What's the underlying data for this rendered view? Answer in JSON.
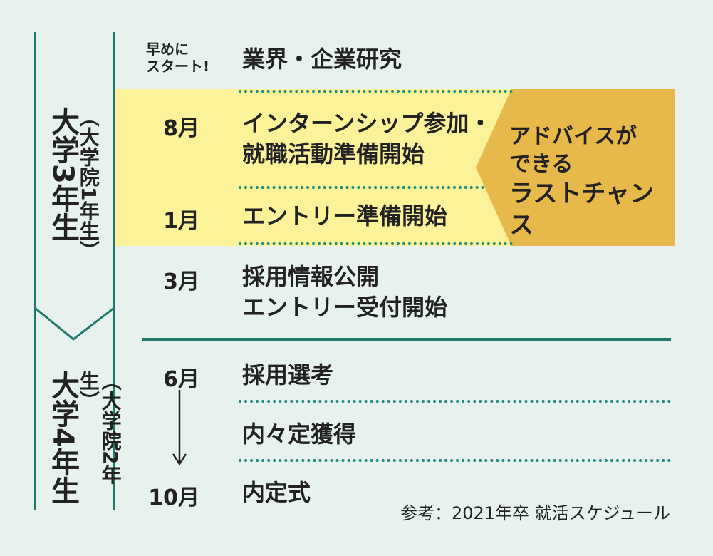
{
  "years": [
    {
      "main": "大学3年生",
      "sub": "（大学院1年生）"
    },
    {
      "main": "大学4年生",
      "sub": "（大学院2年生）"
    }
  ],
  "early_label": [
    "早めに",
    "スタート!"
  ],
  "rows": [
    {
      "month": "",
      "event": "業界・企業研究"
    },
    {
      "month": "8月",
      "event": "インターンシップ参加・\n就職活動準備開始"
    },
    {
      "month": "1月",
      "event": "エントリー準備開始"
    },
    {
      "month": "3月",
      "event": "採用情報公開\nエントリー受付開始"
    },
    {
      "month": "6月",
      "event": "採用選考"
    },
    {
      "month": "",
      "event": "内々定獲得"
    },
    {
      "month": "10月",
      "event": "内定式"
    }
  ],
  "advice": {
    "line1": "アドバイスが",
    "line2": "できる",
    "line3": "ラストチャンス"
  },
  "note": "参考：2021年卒 就活スケジュール",
  "colors": {
    "accent": "#1e7a6a",
    "highlight": "#fbf29a",
    "advice": "#e7b84a",
    "background": "#e7f1ee"
  }
}
